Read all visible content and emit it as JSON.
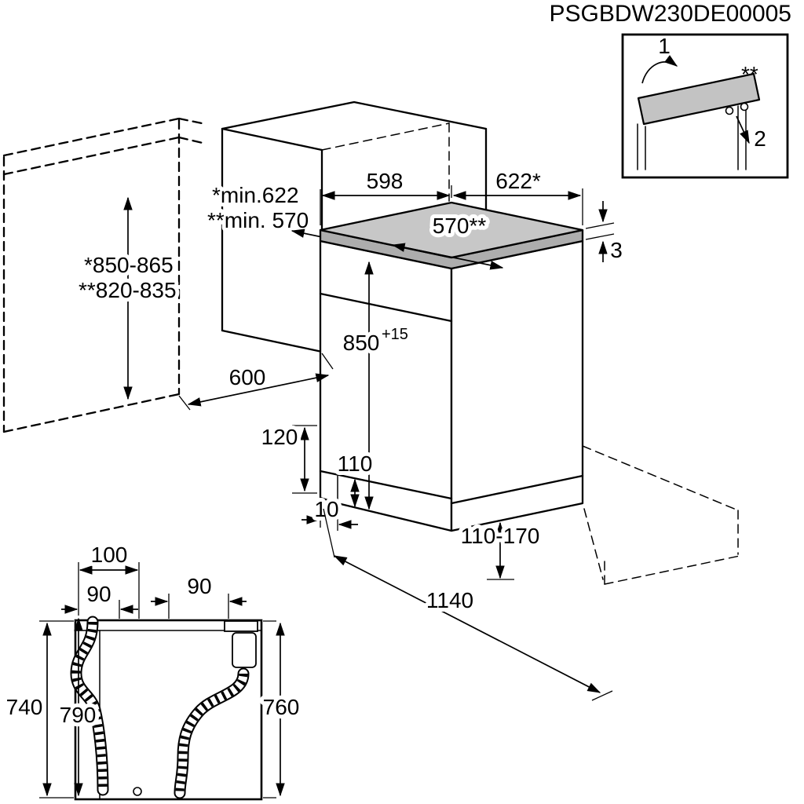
{
  "doc_code": "PSGBDW230DE00005",
  "inset": {
    "step_1": "1",
    "step_2": "2",
    "stars": "**"
  },
  "dims": {
    "cab_h1": "*850-865",
    "cab_h2": "**820-835",
    "niche_d1": "*min.622",
    "niche_d2": "**min. 570",
    "w598": "598",
    "d622": "622*",
    "d570": "570**",
    "t3": "3",
    "h850": "850",
    "h850_sup": "+15",
    "niche_w": "600",
    "v120": "120",
    "v110": "110",
    "off10": "10",
    "plinth_range": "110-170",
    "diag": "1140"
  },
  "rear": {
    "d100": "100",
    "d90_left": "90",
    "d90_right": "90",
    "h740": "740",
    "h790": "790",
    "h760": "760"
  },
  "colors": {
    "line": "#000000",
    "worktop_gray": "#c7c7c7",
    "worktop_edge_gray": "#adadad",
    "background": "#ffffff"
  }
}
